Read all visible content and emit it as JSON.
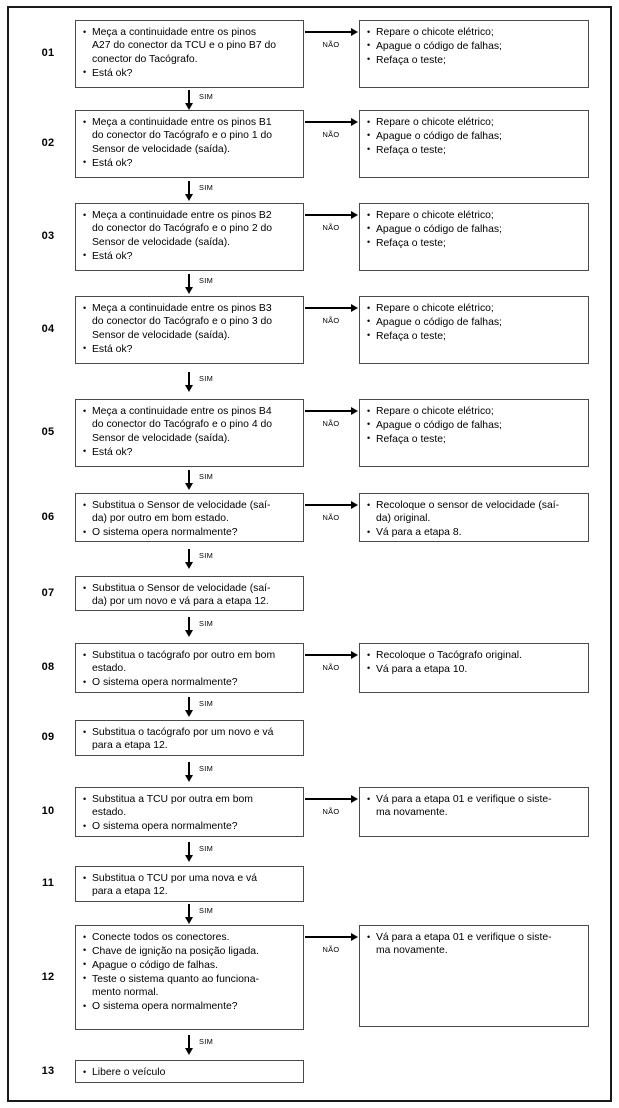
{
  "diagram": {
    "title": "Fluxograma de diagnostico Tacografo / Sensor de velocidade / TCU",
    "yes_label": "SIM",
    "no_label": "NÃO",
    "border_color": "#1a1a1a",
    "box_border_color": "#4a4a4a",
    "text_color": "#000000"
  },
  "steps": [
    {
      "number": "01",
      "left": [
        "Meça a continuidade entre os pinos\nA27 do conector da TCU e o pino B7 do\nconector do Tacógrafo.",
        "Está ok?"
      ],
      "right": [
        "Repare o chicote elétrico;",
        "Apague o código de falhas;",
        "Refaça o teste;"
      ]
    },
    {
      "number": "02",
      "left": [
        "Meça a continuidade entre os pinos B1\ndo conector do Tacógrafo e o pino 1 do\nSensor de velocidade (saída).",
        "Está ok?"
      ],
      "right": [
        "Repare o chicote elétrico;",
        "Apague o código de falhas;",
        "Refaça o teste;"
      ]
    },
    {
      "number": "03",
      "left": [
        "Meça a continuidade entre os pinos B2\ndo conector do Tacógrafo e o pino 2 do\nSensor de velocidade (saída).",
        "Está ok?"
      ],
      "right": [
        "Repare o chicote elétrico;",
        "Apague o código de falhas;",
        "Refaça o teste;"
      ]
    },
    {
      "number": "04",
      "left": [
        "Meça a continuidade entre os pinos B3\ndo conector do Tacógrafo e o pino 3 do\nSensor de velocidade (saída).",
        "Está ok?"
      ],
      "right": [
        "Repare o chicote elétrico;",
        "Apague o código de falhas;",
        "Refaça o teste;"
      ]
    },
    {
      "number": "05",
      "left": [
        "Meça a continuidade entre os pinos B4\ndo conector do Tacógrafo e o pino 4 do\nSensor de velocidade (saída).",
        "Está ok?"
      ],
      "right": [
        "Repare o chicote elétrico;",
        "Apague o código de falhas;",
        "Refaça o teste;"
      ]
    },
    {
      "number": "06",
      "left": [
        "Substitua o Sensor de velocidade (saí-\nda) por outro em bom estado.",
        "O sistema opera normalmente?"
      ],
      "right": [
        "Recoloque o sensor de velocidade (saí-\nda) original.",
        "Vá para a etapa 8."
      ]
    },
    {
      "number": "07",
      "left": [
        "Substitua o Sensor de velocidade (saí-\nda) por um novo e vá para a etapa 12."
      ],
      "right": []
    },
    {
      "number": "08",
      "left": [
        "Substitua o tacógrafo por outro em bom\nestado.",
        "O sistema opera normalmente?"
      ],
      "right": [
        "Recoloque o Tacógrafo original.",
        "Vá para a etapa 10."
      ]
    },
    {
      "number": "09",
      "left": [
        "Substitua o tacógrafo por um novo e vá\npara a etapa 12."
      ],
      "right": []
    },
    {
      "number": "10",
      "left": [
        "Substitua a TCU por outra em bom\nestado.",
        "O sistema opera normalmente?"
      ],
      "right": [
        "Vá para a etapa 01 e verifique o siste-\nma novamente."
      ]
    },
    {
      "number": "11",
      "left": [
        "Substitua o TCU por uma nova e vá\npara a etapa 12."
      ],
      "right": []
    },
    {
      "number": "12",
      "left": [
        "Conecte todos os conectores.",
        "Chave de ignição na posição ligada.",
        "Apague o código de falhas.",
        "Teste o sistema quanto ao funciona-\nmento normal.",
        "O sistema opera normalmente?"
      ],
      "right": [
        "Vá para a etapa 01 e verifique o siste-\nma novamente."
      ]
    },
    {
      "number": "13",
      "left": [
        "Libere o veículo"
      ],
      "right": []
    }
  ]
}
